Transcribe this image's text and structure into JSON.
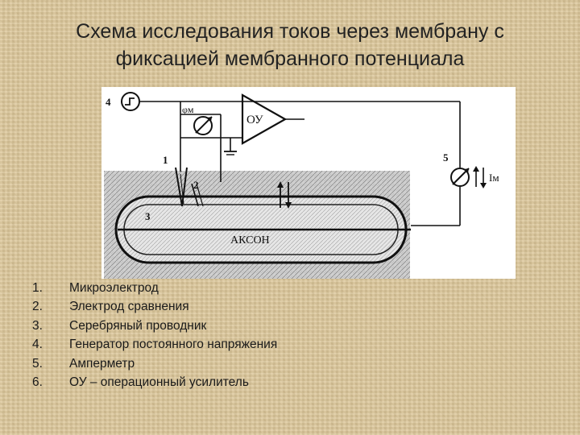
{
  "title": {
    "line1": "Схема исследования токов через мембрану с",
    "line2": "фиксацией мембранного потенциала"
  },
  "diagram": {
    "labels": {
      "n1": "1",
      "n2": "2",
      "n3": "3",
      "n4": "4",
      "n5": "5",
      "phi_m": "φм",
      "amp": "ОУ",
      "current": "Iм",
      "axon": "АКСОН"
    }
  },
  "legend": [
    {
      "num": "1.",
      "text": "Микроэлектрод"
    },
    {
      "num": "2.",
      "text": "Электрод сравнения"
    },
    {
      "num": "3.",
      "text": "Серебряный проводник"
    },
    {
      "num": "4.",
      "text": "Генератор постоянного напряжения"
    },
    {
      "num": "5.",
      "text": "Амперметр"
    },
    {
      "num": "6.",
      "text": "ОУ – операционный усилитель"
    }
  ]
}
